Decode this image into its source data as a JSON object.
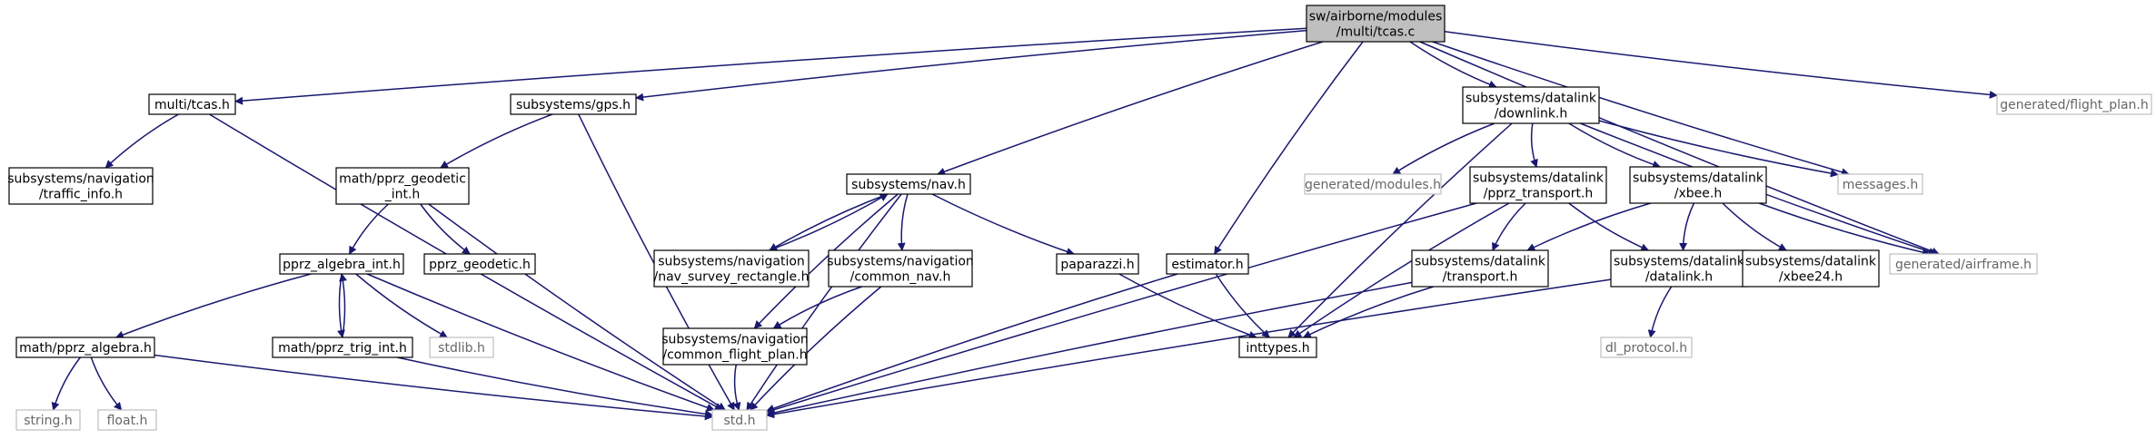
{
  "colors": {
    "edge": "#191970",
    "root_fill": "#bfbfbf",
    "external_border": "#bfbfbf"
  },
  "nodes": [
    {
      "id": "tcas_c",
      "kind": "root",
      "lines": [
        "sw/airborne/modules",
        "/multi/tcas.c"
      ]
    },
    {
      "id": "multi_tcas_h",
      "kind": "doc",
      "lines": [
        "multi/tcas.h"
      ]
    },
    {
      "id": "subsystems_gps_h",
      "kind": "doc",
      "lines": [
        "subsystems/gps.h"
      ]
    },
    {
      "id": "subsystems_nav_h",
      "kind": "doc",
      "lines": [
        "subsystems/nav.h"
      ]
    },
    {
      "id": "downlink_h",
      "kind": "doc",
      "lines": [
        "subsystems/datalink",
        "/downlink.h"
      ]
    },
    {
      "id": "generated_flight_plan_h",
      "kind": "ext",
      "lines": [
        "generated/flight_plan.h"
      ]
    },
    {
      "id": "traffic_info_h",
      "kind": "doc",
      "lines": [
        "subsystems/navigation",
        "/traffic_info.h"
      ]
    },
    {
      "id": "pprz_geodetic_int_h",
      "kind": "doc",
      "lines": [
        "math/pprz_geodetic",
        "_int.h"
      ]
    },
    {
      "id": "pprz_geodetic_h",
      "kind": "doc",
      "lines": [
        "pprz_geodetic.h"
      ]
    },
    {
      "id": "pprz_algebra_int_h",
      "kind": "doc",
      "lines": [
        "pprz_algebra_int.h"
      ]
    },
    {
      "id": "pprz_trig_int_h",
      "kind": "doc",
      "lines": [
        "math/pprz_trig_int.h"
      ]
    },
    {
      "id": "pprz_algebra_h",
      "kind": "doc",
      "lines": [
        "math/pprz_algebra.h"
      ]
    },
    {
      "id": "stdlib_h",
      "kind": "ext",
      "lines": [
        "stdlib.h"
      ]
    },
    {
      "id": "string_h",
      "kind": "ext",
      "lines": [
        "string.h"
      ]
    },
    {
      "id": "float_h",
      "kind": "ext",
      "lines": [
        "float.h"
      ]
    },
    {
      "id": "std_h",
      "kind": "ext",
      "lines": [
        "std.h"
      ]
    },
    {
      "id": "nav_survey_rectangle_h",
      "kind": "doc",
      "lines": [
        "subsystems/navigation",
        "/nav_survey_rectangle.h"
      ]
    },
    {
      "id": "common_nav_h",
      "kind": "doc",
      "lines": [
        "subsystems/navigation",
        "/common_nav.h"
      ]
    },
    {
      "id": "common_flight_plan_h",
      "kind": "doc",
      "lines": [
        "subsystems/navigation",
        "/common_flight_plan.h"
      ]
    },
    {
      "id": "paparazzi_h",
      "kind": "doc",
      "lines": [
        "paparazzi.h"
      ]
    },
    {
      "id": "estimator_h",
      "kind": "doc",
      "lines": [
        "estimator.h"
      ]
    },
    {
      "id": "inttypes_h",
      "kind": "doc",
      "lines": [
        "inttypes.h"
      ]
    },
    {
      "id": "generated_modules_h",
      "kind": "ext",
      "lines": [
        "generated/modules.h"
      ]
    },
    {
      "id": "pprz_transport_h",
      "kind": "doc",
      "lines": [
        "subsystems/datalink",
        "/pprz_transport.h"
      ]
    },
    {
      "id": "xbee_h",
      "kind": "doc",
      "lines": [
        "subsystems/datalink",
        "/xbee.h"
      ]
    },
    {
      "id": "messages_h",
      "kind": "ext",
      "lines": [
        "messages.h"
      ]
    },
    {
      "id": "generated_airframe_h",
      "kind": "ext",
      "lines": [
        "generated/airframe.h"
      ]
    },
    {
      "id": "transport_h",
      "kind": "doc",
      "lines": [
        "subsystems/datalink",
        "/transport.h"
      ]
    },
    {
      "id": "datalink_h",
      "kind": "doc",
      "lines": [
        "subsystems/datalink",
        "/datalink.h"
      ]
    },
    {
      "id": "xbee24_h",
      "kind": "doc",
      "lines": [
        "subsystems/datalink",
        "/xbee24.h"
      ]
    },
    {
      "id": "dl_protocol_h",
      "kind": "ext",
      "lines": [
        "dl_protocol.h"
      ]
    }
  ],
  "edges": [
    [
      "tcas_c",
      "multi_tcas_h"
    ],
    [
      "tcas_c",
      "subsystems_gps_h"
    ],
    [
      "tcas_c",
      "subsystems_nav_h"
    ],
    [
      "tcas_c",
      "downlink_h"
    ],
    [
      "tcas_c",
      "estimator_h"
    ],
    [
      "tcas_c",
      "messages_h"
    ],
    [
      "tcas_c",
      "generated_airframe_h"
    ],
    [
      "tcas_c",
      "generated_flight_plan_h"
    ],
    [
      "multi_tcas_h",
      "traffic_info_h"
    ],
    [
      "multi_tcas_h",
      "std_h"
    ],
    [
      "subsystems_gps_h",
      "pprz_geodetic_int_h"
    ],
    [
      "subsystems_gps_h",
      "std_h"
    ],
    [
      "pprz_geodetic_int_h",
      "pprz_algebra_int_h"
    ],
    [
      "pprz_geodetic_int_h",
      "pprz_geodetic_h"
    ],
    [
      "pprz_geodetic_int_h",
      "std_h"
    ],
    [
      "pprz_algebra_int_h",
      "pprz_algebra_h"
    ],
    [
      "pprz_algebra_int_h",
      "pprz_trig_int_h"
    ],
    [
      "pprz_algebra_int_h",
      "stdlib_h"
    ],
    [
      "pprz_algebra_int_h",
      "std_h"
    ],
    [
      "pprz_trig_int_h",
      "pprz_algebra_int_h"
    ],
    [
      "pprz_trig_int_h",
      "std_h"
    ],
    [
      "pprz_algebra_h",
      "string_h"
    ],
    [
      "pprz_algebra_h",
      "float_h"
    ],
    [
      "pprz_algebra_h",
      "std_h"
    ],
    [
      "subsystems_nav_h",
      "nav_survey_rectangle_h"
    ],
    [
      "subsystems_nav_h",
      "common_nav_h"
    ],
    [
      "subsystems_nav_h",
      "common_flight_plan_h"
    ],
    [
      "subsystems_nav_h",
      "paparazzi_h"
    ],
    [
      "subsystems_nav_h",
      "std_h"
    ],
    [
      "nav_survey_rectangle_h",
      "subsystems_nav_h"
    ],
    [
      "common_nav_h",
      "common_flight_plan_h"
    ],
    [
      "common_nav_h",
      "std_h"
    ],
    [
      "common_flight_plan_h",
      "std_h"
    ],
    [
      "paparazzi_h",
      "inttypes_h"
    ],
    [
      "estimator_h",
      "inttypes_h"
    ],
    [
      "estimator_h",
      "std_h"
    ],
    [
      "downlink_h",
      "generated_modules_h"
    ],
    [
      "downlink_h",
      "pprz_transport_h"
    ],
    [
      "downlink_h",
      "xbee_h"
    ],
    [
      "downlink_h",
      "messages_h"
    ],
    [
      "downlink_h",
      "generated_airframe_h"
    ],
    [
      "downlink_h",
      "inttypes_h"
    ],
    [
      "pprz_transport_h",
      "transport_h"
    ],
    [
      "pprz_transport_h",
      "datalink_h"
    ],
    [
      "pprz_transport_h",
      "inttypes_h"
    ],
    [
      "pprz_transport_h",
      "std_h"
    ],
    [
      "xbee_h",
      "transport_h"
    ],
    [
      "xbee_h",
      "datalink_h"
    ],
    [
      "xbee_h",
      "xbee24_h"
    ],
    [
      "xbee_h",
      "generated_airframe_h"
    ],
    [
      "transport_h",
      "inttypes_h"
    ],
    [
      "transport_h",
      "std_h"
    ],
    [
      "datalink_h",
      "dl_protocol_h"
    ],
    [
      "datalink_h",
      "std_h"
    ]
  ]
}
